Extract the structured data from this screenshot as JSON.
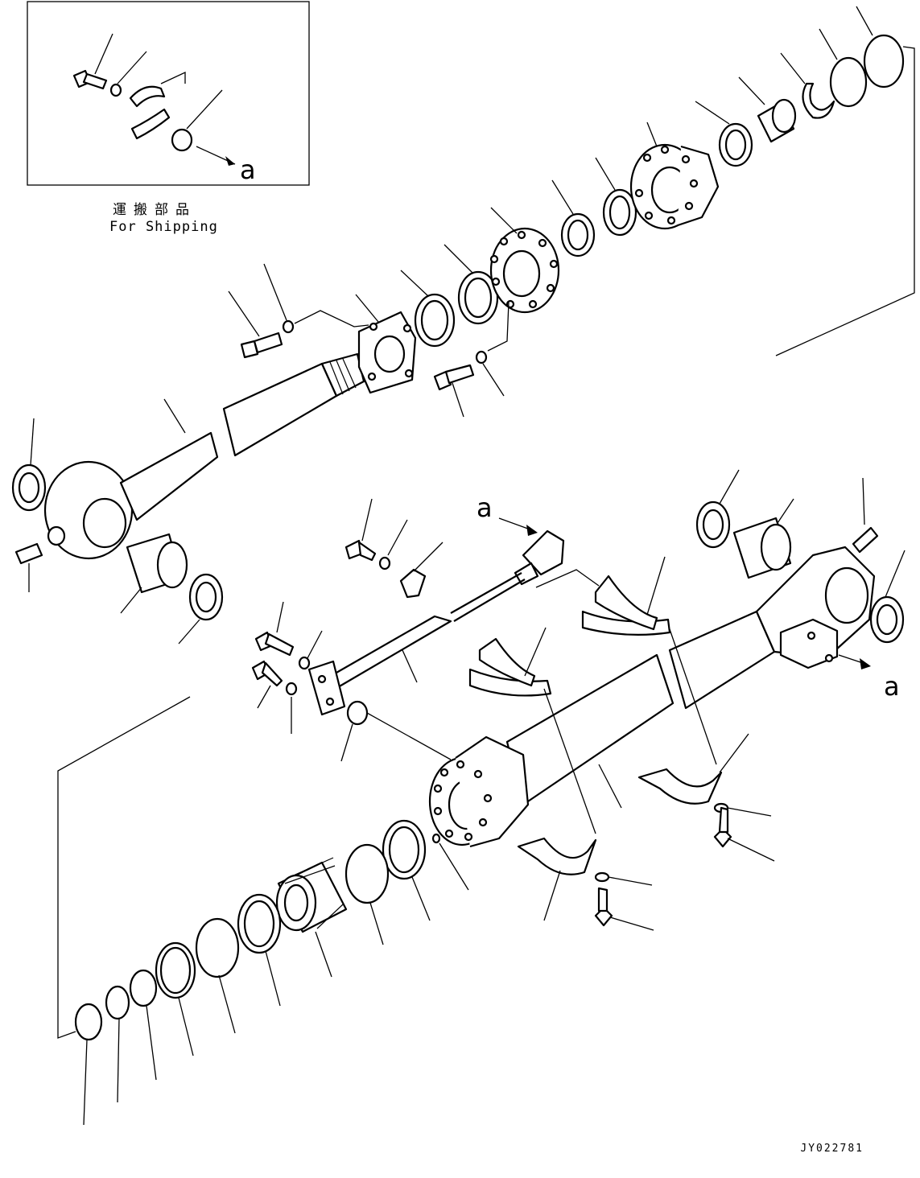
{
  "inset": {
    "title_jp": "運搬部品",
    "title_en": "For Shipping"
  },
  "markers": {
    "inset": "a",
    "clamp_ref": "a",
    "head_ref": "a"
  },
  "drawing_code": "JY022781"
}
